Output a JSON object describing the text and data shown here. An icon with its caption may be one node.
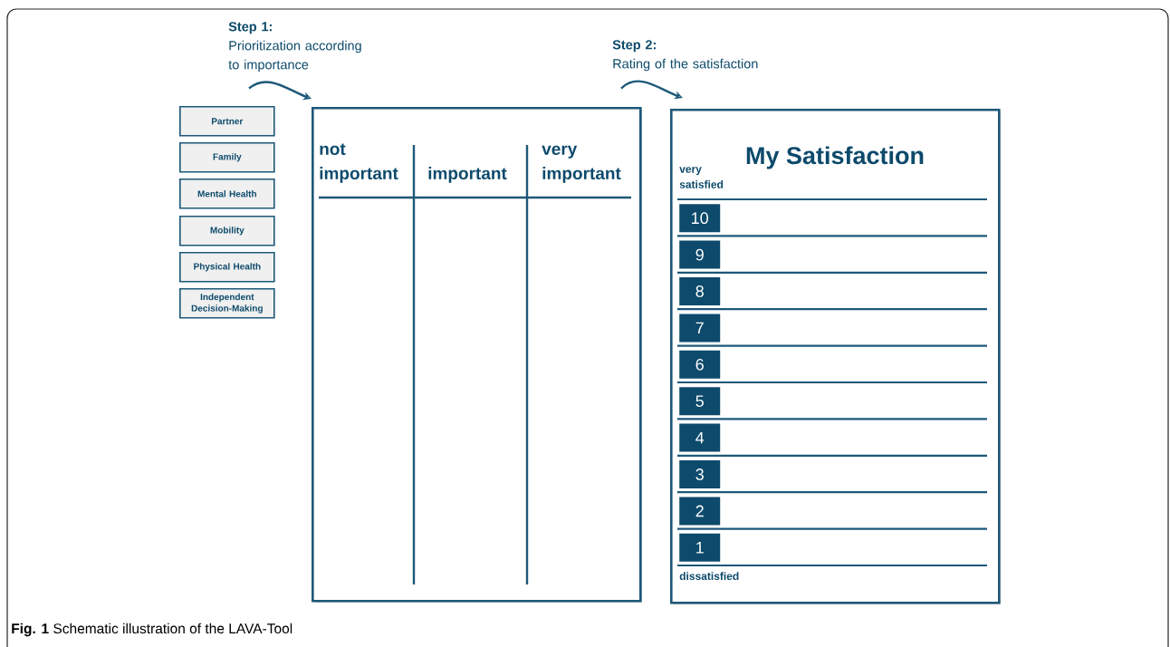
{
  "diagram": {
    "caption": "**Fig. 1** Schematic illustration of the LAVA-Tool",
    "nodes": [
      {
        "text": [
          "Step 1:",
          "Prioritization according to importance"
        ]
      },
      {
        "text": [
          "**Step 2**:",
          "Rating of the satisfaction"
        ]
      },
      {
        "text": [
          "Partner"
        ]
      },
      {
        "text": [
          "Family"
        ]
      },
      {
        "text": [
          "Mental Health"
        ]
      },
      {
        "text": [
          "Mobility"
        ]
      },
      {
        "text": [
          "Physical Health"
        ]
      },
      {
        "text": [
          "Independent Decision-Making"
        ]
      },
      {
        "text": [
          "not important",
          "important",
          "very important"
        ]
      },
      {
        "text": [
          "My Satisfaction",
          "very satisfied",
          "dissatisfied"
        ]
      },
      {
        "text": [
          "10"
        ],
        "in": 9
      },
      {
        "text": [
          "9"
        ],
        "in": 9
      },
      {
        "text": [
          "8"
        ],
        "in": 9
      },
      {
        "text": [
          "7"
        ],
        "in": 9
      },
      {
        "text": [
          "6"
        ],
        "in": 9
      },
      {
        "text": [
          "5"
        ],
        "in": 9
      },
      {
        "text": [
          "4"
        ],
        "in": 9
      },
      {
        "text": [
          "3"
        ],
        "in": 9
      },
      {
        "text": [
          "2"
        ],
        "in": 9
      },
      {
        "text": [
          "1"
        ],
        "in": 9
      }
    ],
    "edges": [
      {
        "from": 0,
        "to": 8,
        "arrow": "to"
      },
      {
        "from": 1,
        "to": 9,
        "arrow": "to"
      }
    ]
  }
}
